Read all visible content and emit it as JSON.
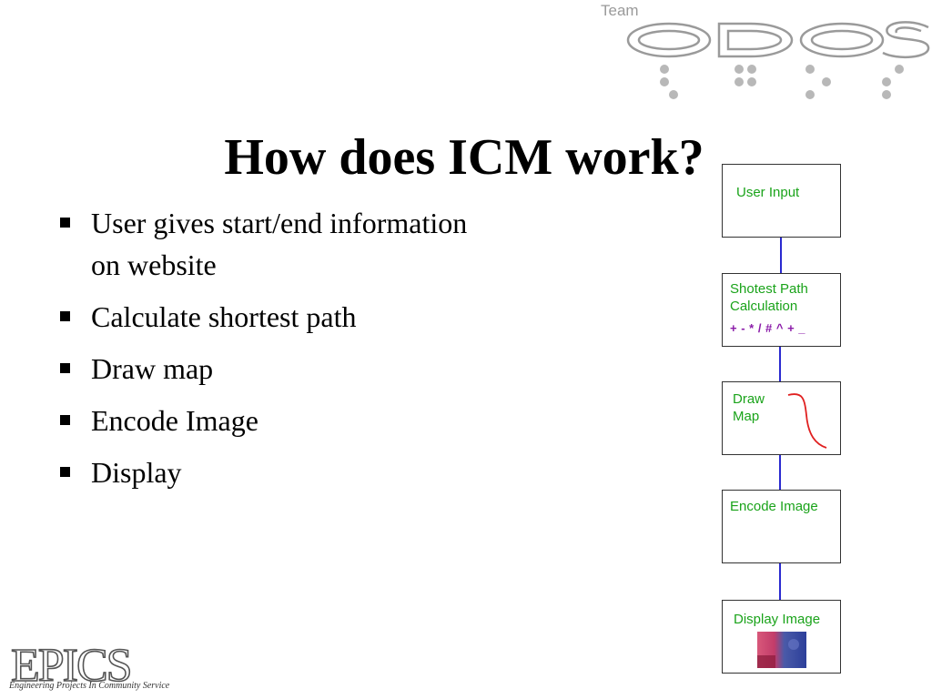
{
  "logo": {
    "team_text": "Team",
    "name": "ODOS"
  },
  "slide": {
    "title": "How does ICM work?",
    "bullets": [
      "User gives start/end information on website",
      "Calculate shortest path",
      "Draw map",
      "Encode Image",
      "Display"
    ]
  },
  "diagram": {
    "boxes": [
      {
        "label": "User Input"
      },
      {
        "label": "Shotest Path\nCalculation",
        "ops": "+ - * / # ^ + _"
      },
      {
        "label": "Draw\nMap"
      },
      {
        "label": "Encode Image"
      },
      {
        "label": "Display Image"
      }
    ],
    "colors": {
      "label": "#1aa31a",
      "connector": "#2a2ad0",
      "ops": "#8a1aa8",
      "curve": "#e02020"
    }
  },
  "footer": {
    "org_name": "EPICS",
    "org_tagline": "Engineering Projects In Community Service"
  }
}
